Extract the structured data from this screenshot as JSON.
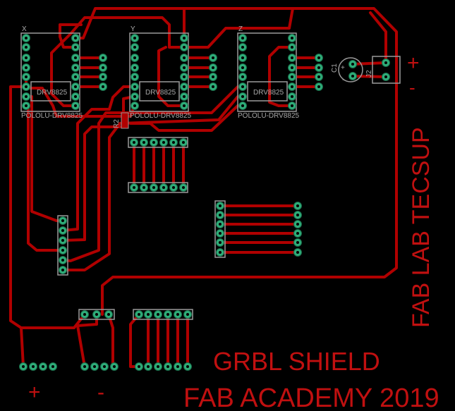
{
  "drivers": [
    {
      "axis": "X",
      "chip": "DRV8825",
      "part": "POLOLU-DRV8825"
    },
    {
      "axis": "Y",
      "chip": "DRV8825",
      "part": "POLOLU-DRV8825"
    },
    {
      "axis": "Z",
      "chip": "DRV8825",
      "part": "POLOLU-DRV8825"
    }
  ],
  "resistor_label": "R2",
  "capacitor": {
    "label": "C1",
    "plus": "+",
    "minus": "-"
  },
  "power_connector": {
    "label": "J2",
    "plus": "+",
    "minus": "-"
  },
  "vertical_title": "FAB LAB TECSUP",
  "title": "GRBL SHIELD",
  "subtitle": "FAB ACADEMY 2019",
  "bottom_labels": {
    "plus": "+",
    "minus": "-"
  },
  "colors": {
    "trace": "#b00000",
    "pad": "#2fae7a",
    "silk": "#a8a8a8",
    "text": "#c01010",
    "background": "#000000"
  }
}
